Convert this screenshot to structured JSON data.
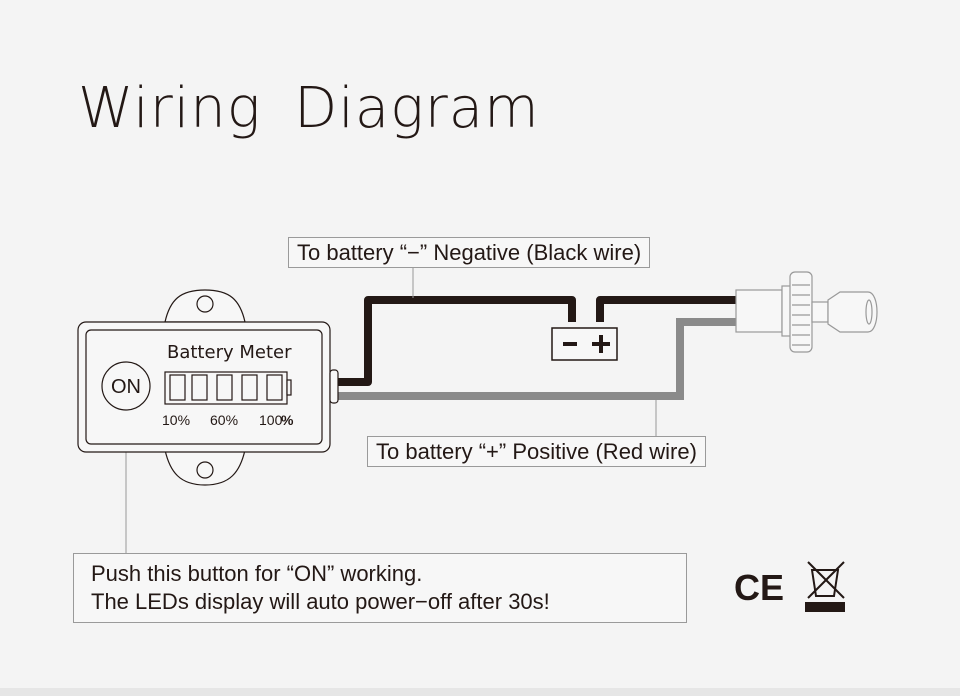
{
  "title": "Wiring Diagram",
  "meter": {
    "name": "Battery Meter",
    "button": "ON",
    "ticks": [
      "10%",
      "60%",
      "100",
      "%"
    ]
  },
  "battery": {
    "neg": "−",
    "pos": "+"
  },
  "labels": {
    "negative": "To battery  “−”  Negative (Black wire)",
    "positive": "To battery  “+”  Positive (Red wire)"
  },
  "note": {
    "line1": "Push this button for  “ON”  working.",
    "line2": "The LEDs display will auto power−off after 30s!"
  },
  "marks": {
    "ce": "CE"
  },
  "colors": {
    "black_wire": "#231815",
    "gray_wire": "#8a8a8a"
  }
}
